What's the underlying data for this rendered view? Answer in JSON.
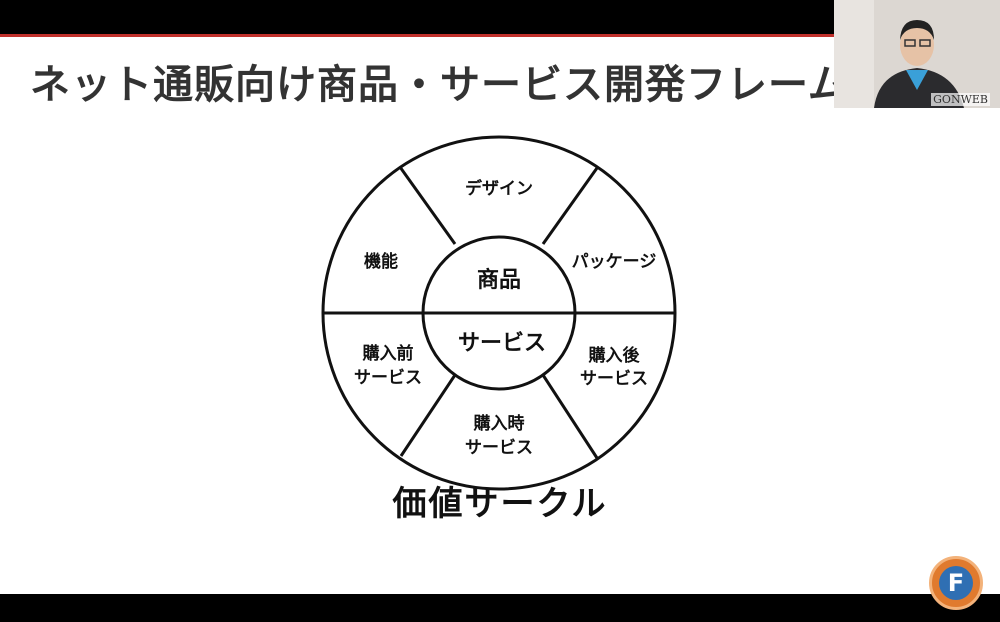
{
  "slide": {
    "title": "ネット通販向け商品・サービス開発フレーム",
    "caption": "価値サークル"
  },
  "diagram": {
    "segments": [
      "デザイン",
      "パッケージ",
      "購入後",
      "サービス",
      "購入時",
      "サービス",
      "購入前",
      "サービス",
      "機能"
    ],
    "core_top": "商品",
    "core_bottom": "サービス"
  },
  "camera": {
    "label": "GONWEB"
  },
  "logo": {
    "letter": "F"
  },
  "colors": {
    "accent_red": "#c0302b",
    "logo_orange": "#e07a2e",
    "logo_blue": "#2f6fb3"
  }
}
